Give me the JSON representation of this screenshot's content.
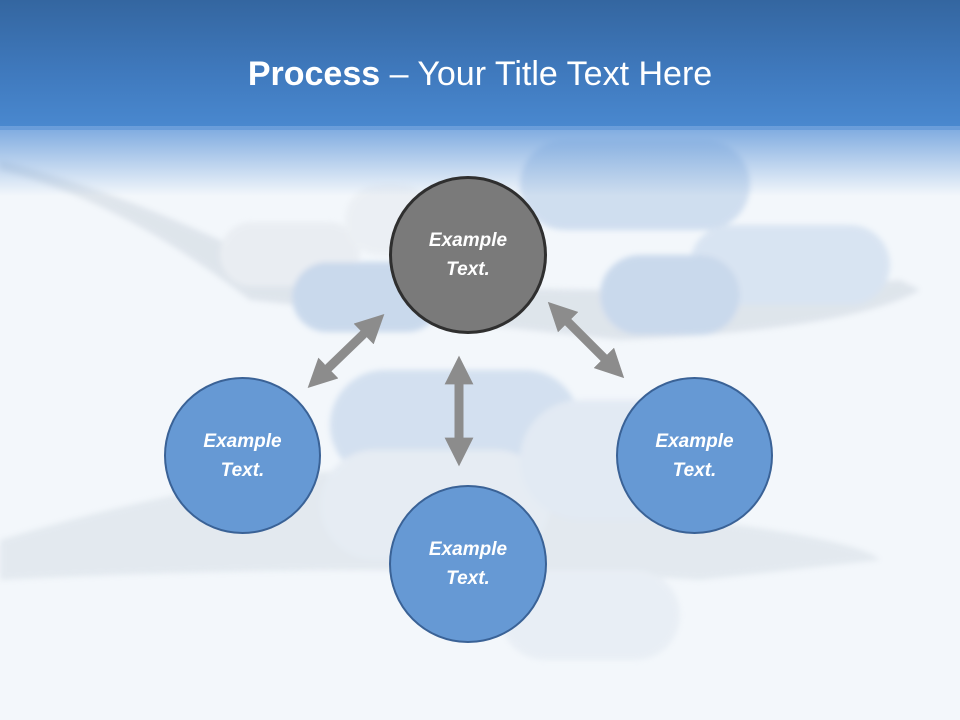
{
  "title": {
    "bold": "Process",
    "rest": " – Your Title Text Here"
  },
  "nodes": {
    "center": "Example\nText.",
    "left": "Example\nText.",
    "bottom": "Example\nText.",
    "right": "Example\nText."
  },
  "colors": {
    "header": "#3f79bd",
    "node_fill": "#6699d4",
    "node_border": "#3a6296",
    "center_fill": "#7a7a7a",
    "center_border": "#2f2f2f",
    "arrow": "#8c8c8c"
  }
}
